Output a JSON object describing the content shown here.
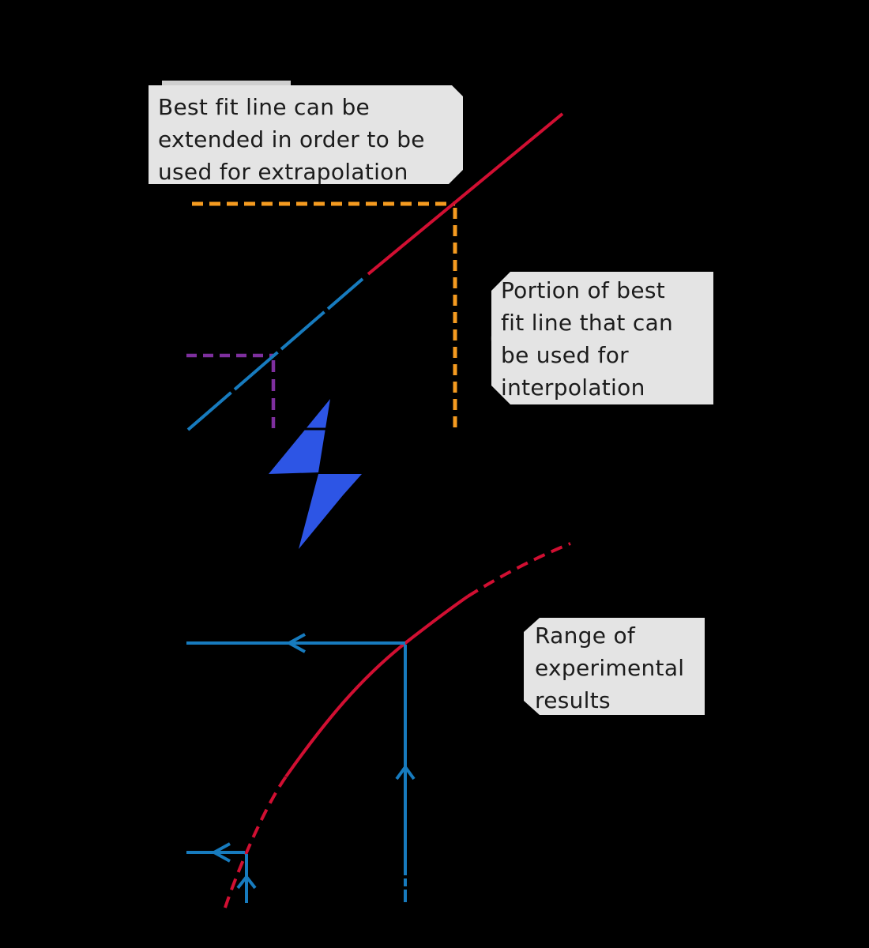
{
  "background": "#000000",
  "colors": {
    "best_fit_red": "#d10f32",
    "data_blue": "#177bbe",
    "extrapolation_orange": "#f59b20",
    "interpolation_purple": "#7e2f9e",
    "bolt_blue": "#2d55e5",
    "axis_black": "#000000",
    "note_background": "#e4e4e4",
    "note_text": "#1c1c1c",
    "squiggle_black": "#1a1a1a"
  },
  "notes": {
    "extrapolation": {
      "lines": [
        "Best fit line can be",
        "extended in order to be",
        "used for extrapolation"
      ]
    },
    "interpolation": {
      "lines": [
        "Portion of best",
        "fit line that can",
        "be used for",
        "interpolation"
      ]
    },
    "range": {
      "lines": [
        "Range of",
        "experimental",
        "results"
      ]
    }
  },
  "icons": {
    "divider": "lightning-bolt-icon",
    "note_connector": "squiggle-connector-icon",
    "arrows": [
      "left-arrowhead-icon",
      "up-arrowhead-icon"
    ]
  }
}
